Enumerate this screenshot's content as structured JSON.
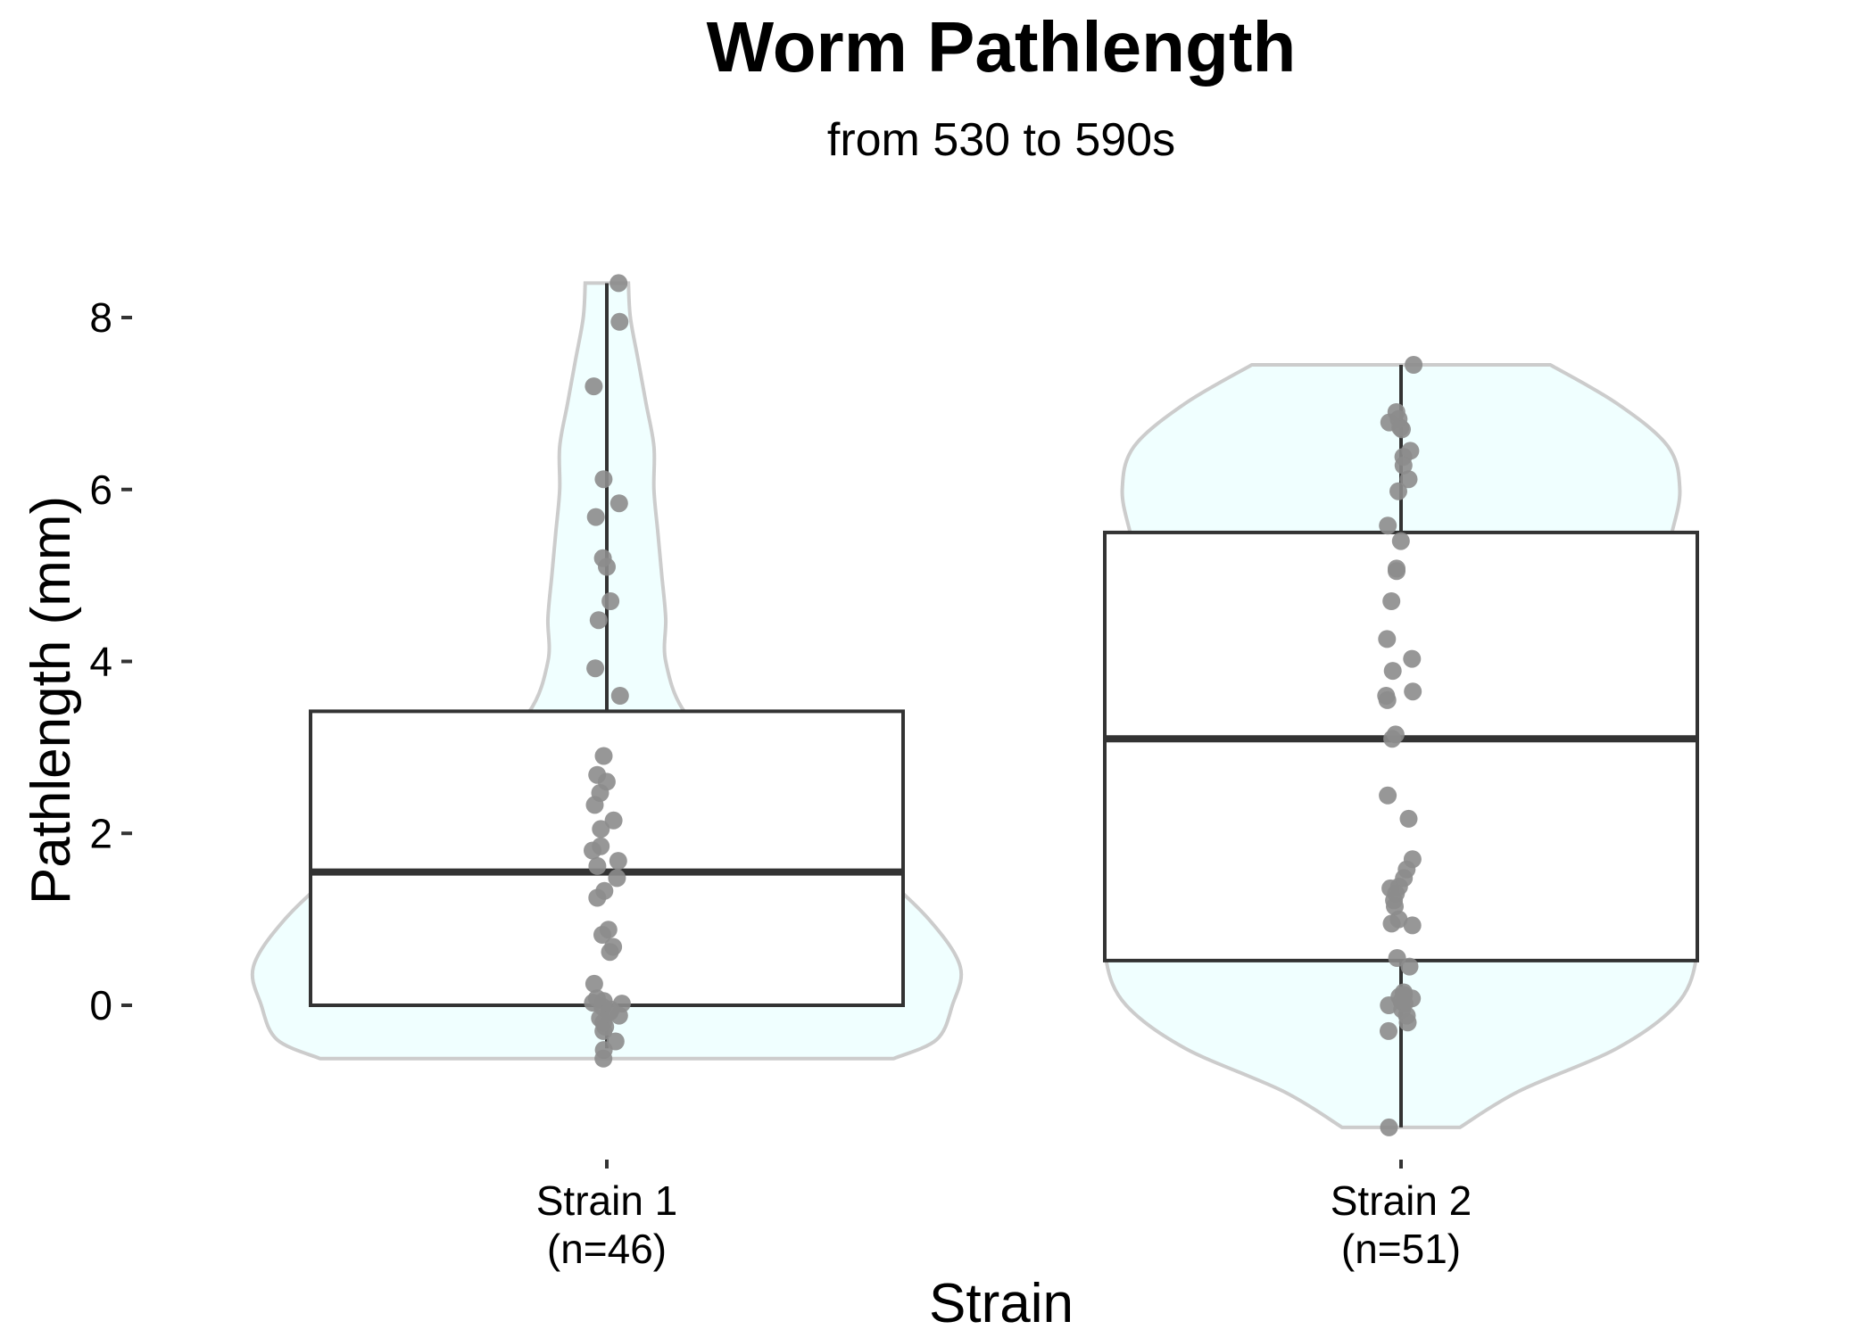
{
  "chart_data": {
    "type": "violin-box-jitter",
    "title": "Worm Pathlength",
    "subtitle": "from 530 to 590s",
    "xlabel": "Strain",
    "ylabel": "Pathlength (mm)",
    "ylim": [
      -1.75,
      8.9
    ],
    "yticks": [
      0,
      2,
      4,
      6,
      8
    ],
    "ytick_labels": [
      "0",
      "2",
      "4",
      "6",
      "8"
    ],
    "grid": false,
    "legend": "none",
    "colors": {
      "violin_fill": "#f0ffff",
      "violin_stroke": "#cccccc",
      "box_stroke": "#333333",
      "points": "#8c8c8c"
    },
    "categories": [
      {
        "name": "Strain 1",
        "n_label": "(n=46)",
        "box": {
          "whisker_low": -0.5,
          "q1": 0.0,
          "median": 1.55,
          "q3": 3.42,
          "whisker_high": 8.4
        },
        "violin": {
          "y": [
            -0.62,
            -0.4,
            0.0,
            0.45,
            1.0,
            1.6,
            2.2,
            2.8,
            3.4,
            4.0,
            4.5,
            5.0,
            5.5,
            6.0,
            6.5,
            7.0,
            7.5,
            8.0,
            8.4
          ],
          "width": [
            0.73,
            0.84,
            0.88,
            0.9,
            0.82,
            0.68,
            0.52,
            0.34,
            0.2,
            0.15,
            0.15,
            0.14,
            0.13,
            0.12,
            0.12,
            0.1,
            0.08,
            0.06,
            0.055
          ]
        },
        "points": [
          8.4,
          7.95,
          7.2,
          6.12,
          5.84,
          5.68,
          5.2,
          5.1,
          4.7,
          4.48,
          3.92,
          3.6,
          2.9,
          2.68,
          2.6,
          2.47,
          2.33,
          2.15,
          2.05,
          1.85,
          1.8,
          1.68,
          1.62,
          1.48,
          1.33,
          1.25,
          0.88,
          0.82,
          0.68,
          0.62,
          0.25,
          0.08,
          0.05,
          0.03,
          0.02,
          -0.02,
          -0.05,
          -0.08,
          -0.12,
          -0.15,
          -0.2,
          -0.25,
          -0.3,
          -0.42,
          -0.52,
          -0.62
        ]
      },
      {
        "name": "Strain 2",
        "n_label": "(n=51)",
        "box": {
          "whisker_low": -1.42,
          "q1": 0.52,
          "median": 3.1,
          "q3": 5.5,
          "whisker_high": 7.45
        },
        "violin": {
          "y": [
            -1.42,
            -1.0,
            -0.5,
            0.0,
            0.5,
            1.0,
            1.5,
            2.0,
            2.5,
            3.0,
            3.5,
            4.0,
            4.5,
            5.0,
            5.5,
            6.0,
            6.5,
            7.0,
            7.45
          ],
          "width": [
            0.15,
            0.3,
            0.55,
            0.7,
            0.75,
            0.74,
            0.72,
            0.7,
            0.68,
            0.66,
            0.65,
            0.64,
            0.64,
            0.66,
            0.69,
            0.71,
            0.68,
            0.55,
            0.38
          ]
        },
        "points": [
          7.45,
          6.9,
          6.82,
          6.78,
          6.72,
          6.7,
          6.45,
          6.38,
          6.12,
          5.98,
          5.58,
          5.4,
          5.08,
          5.05,
          4.7,
          4.26,
          4.03,
          3.89,
          3.65,
          3.6,
          3.55,
          3.15,
          3.1,
          2.44,
          2.17,
          1.7,
          1.58,
          1.48,
          1.38,
          1.3,
          1.22,
          1.15,
          1.0,
          0.95,
          0.93,
          0.55,
          0.45,
          0.15,
          0.12,
          0.1,
          0.08,
          0.05,
          0.02,
          0.0,
          -0.05,
          -0.12,
          -0.2,
          -0.3,
          -1.42,
          1.36,
          6.28
        ]
      }
    ]
  }
}
